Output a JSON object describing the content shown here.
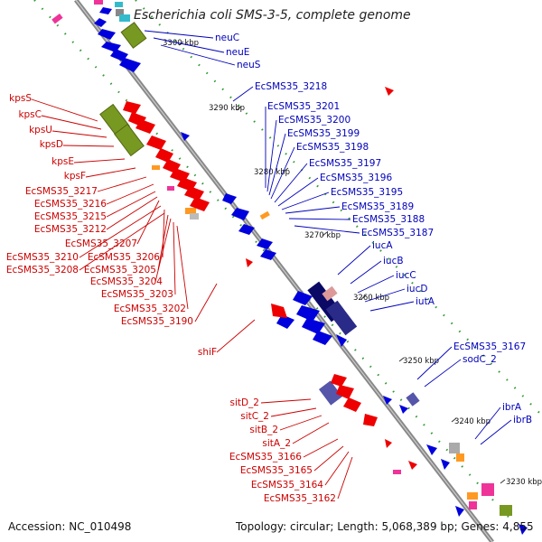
{
  "title": "Escherichia coli SMS-3-5, complete genome",
  "footer": {
    "accession": "Accession: NC_010498",
    "topology": "Topology: circular; Length: 5,068,389 bp; Genes: 4,855"
  },
  "scale_marks": [
    "3300 kbp",
    "3290 kbp",
    "3280 kbp",
    "3270 kbp",
    "3260 kbp",
    "3250 kbp",
    "3240 kbp",
    "3230 kbp"
  ],
  "labels_reverse": [
    "kpsS",
    "kpsC",
    "kpsU",
    "kpsD",
    "kpsE",
    "kpsF",
    "EcSMS35_3217",
    "EcSMS35_3216",
    "EcSMS35_3215",
    "EcSMS35_3212",
    "EcSMS35_3207",
    "EcSMS35_3210",
    "EcSMS35_3206",
    "EcSMS35_3208",
    "EcSMS35_3205",
    "EcSMS35_3204",
    "EcSMS35_3203",
    "EcSMS35_3202",
    "EcSMS35_3190",
    "shiF",
    "sitD_2",
    "sitC_2",
    "sitB_2",
    "sitA_2",
    "EcSMS35_3166",
    "EcSMS35_3165",
    "EcSMS35_3164",
    "EcSMS35_3162"
  ],
  "labels_forward": [
    "neuC",
    "neuE",
    "neuS",
    "EcSMS35_3218",
    "EcSMS35_3201",
    "EcSMS35_3200",
    "EcSMS35_3199",
    "EcSMS35_3198",
    "EcSMS35_3197",
    "EcSMS35_3196",
    "EcSMS35_3195",
    "EcSMS35_3189",
    "EcSMS35_3188",
    "EcSMS35_3187",
    "iucA",
    "iucB",
    "iucC",
    "iucD",
    "iutA",
    "EcSMS35_3167",
    "sodC_2",
    "ibrA",
    "ibrB"
  ],
  "colors": {
    "backbone": "#888888",
    "forward_cds": "#0000dd",
    "reverse_cds": "#ee0000",
    "label_forward": "#0000bb",
    "label_reverse": "#cc0000",
    "rna_marker": "#ee3399",
    "rrna_marker": "#ff9922",
    "gc_marker": "#339933",
    "block_green": "#779922",
    "block_navy": "#2a2a88",
    "block_cyan": "#33bbcc"
  }
}
